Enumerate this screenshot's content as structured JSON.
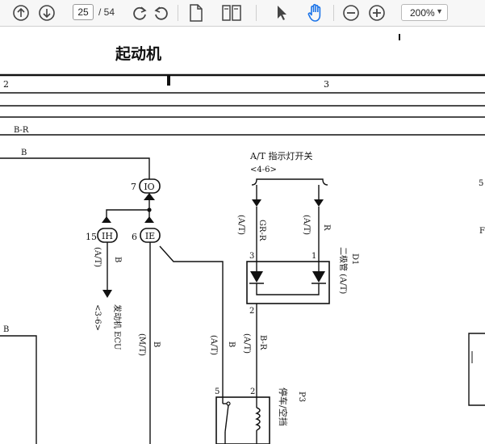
{
  "toolbar": {
    "page_current": "25",
    "page_total": "/ 54",
    "zoom_value": "200%",
    "icons": [
      "scroll-up-icon",
      "scroll-down-icon",
      "rotate-cw-icon",
      "rotate-ccw-icon",
      "single-page-icon",
      "two-page-icon",
      "select-cursor-icon",
      "hand-tool-icon",
      "zoom-out-icon",
      "zoom-in-icon",
      "chevron-down-icon"
    ],
    "accent_color": "#1a73e8"
  },
  "diagram": {
    "title": "起动机",
    "ruler_2": "2",
    "ruler_3": "3",
    "wire_br_top": "B-R",
    "wire_b_top": "B",
    "connector_io": "IO",
    "connector_io_pin": "7",
    "connector_ih": "IH",
    "connector_ih_pin": "15",
    "connector_ie": "IE",
    "connector_ie_pin": "6",
    "at_indicator_switch": "A/T 指示灯开关",
    "at_indicator_ref": "<4-6>",
    "wire_gr_r": "GR-R",
    "wire_gr_r_note": "(A/T)",
    "wire_r": "R",
    "wire_r_note": "(A/T)",
    "pin_3": "3",
    "pin_1": "1",
    "pin_2_diode": "2",
    "diode_label": "二极管 (A/T)",
    "diode_id": "D1",
    "ih_wire_note": "(A/T)",
    "ih_wire_color": "B",
    "engine_ecu": "发动机 ECU",
    "engine_ecu_ref": "<3-6>",
    "ie_wire_color": "B",
    "ie_wire_note": "(M/T)",
    "mid_wire_note": "(A/T)",
    "mid_wire_color": "B",
    "br_wire_note": "(A/T)",
    "br_wire_color": "B-R",
    "pin_5": "5",
    "pin_2_relay": "2",
    "relay_id": "P3",
    "relay_label": "停车/空挡",
    "left_b": "B",
    "right_5": "5",
    "right_f": "F"
  }
}
